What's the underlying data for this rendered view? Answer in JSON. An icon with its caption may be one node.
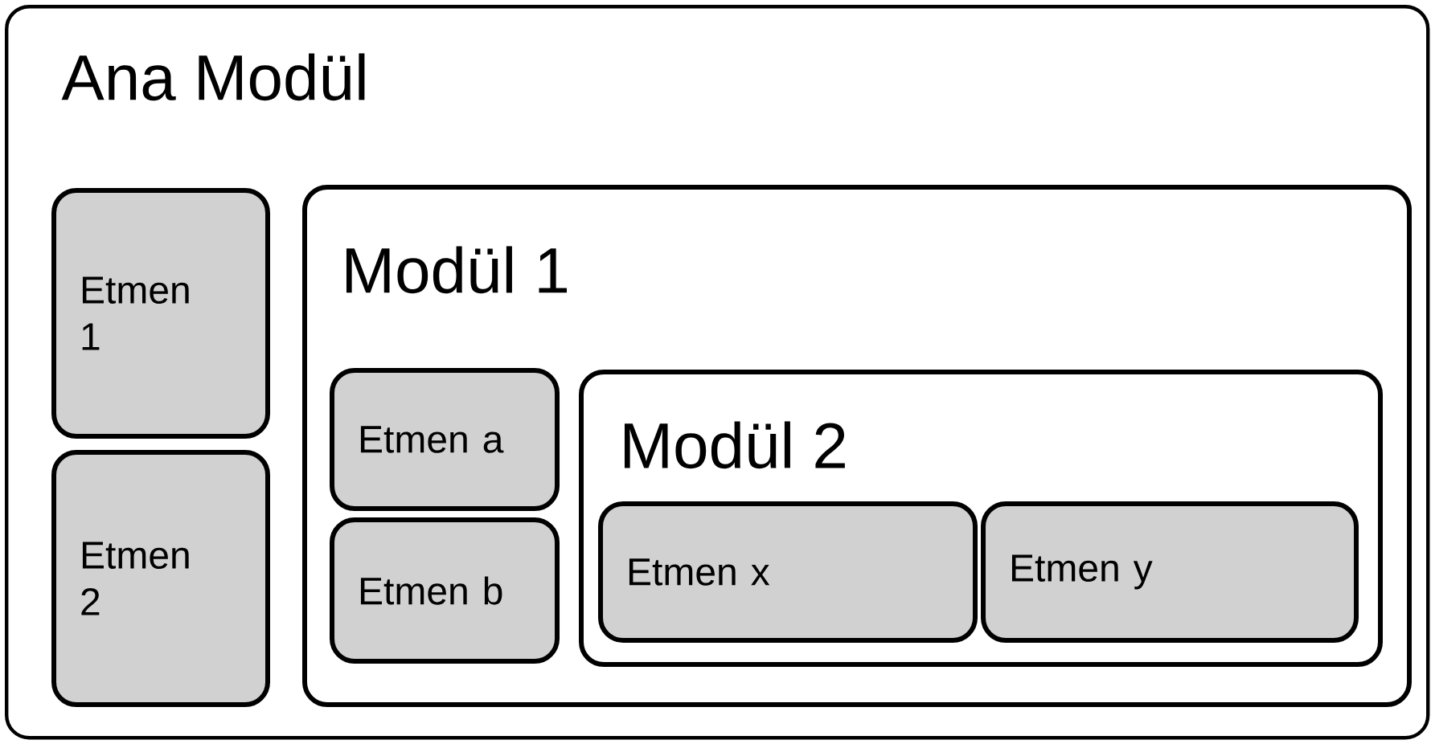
{
  "diagram": {
    "nodes": [
      {
        "text": [
          "Ana Modül"
        ]
      },
      {
        "text": [
          "Etmen 1"
        ],
        "in": 0
      },
      {
        "text": [
          "Etmen 2"
        ],
        "in": 0
      },
      {
        "text": [
          "Modül 1"
        ],
        "in": 0
      },
      {
        "text": [
          "Etmen a"
        ],
        "in": 3
      },
      {
        "text": [
          "Etmen b"
        ],
        "in": 3
      },
      {
        "text": [
          "Modül 2"
        ],
        "in": 3
      },
      {
        "text": [
          "Etmen x"
        ],
        "in": 6
      },
      {
        "text": [
          "Etmen y"
        ],
        "in": 6
      }
    ]
  }
}
